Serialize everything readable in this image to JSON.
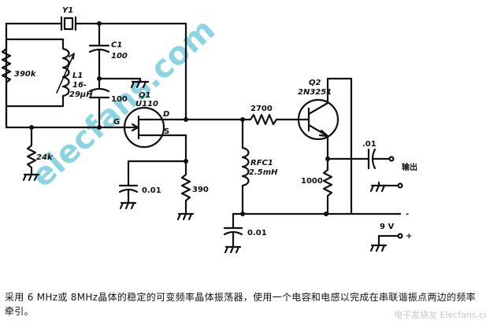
{
  "components": {
    "y1": "Y1",
    "c1": "C1",
    "c1_value": "100",
    "c_lower": "100",
    "r_390k": "390k",
    "l1": "L1",
    "l1_value_a": "16-",
    "l1_value_b": "29μH",
    "q1": "Q1",
    "q1_type": "U110",
    "q1_d": "D",
    "q1_g": "G",
    "q1_s": "S",
    "r_24k": "24k",
    "c_001a": "0.01",
    "r_390": "390",
    "r_2700": "2700",
    "rfc1": "RFC1",
    "rfc1_value": "2.5mH",
    "c_001b": "0.01",
    "q2": "Q2",
    "q2_type": "2N3251",
    "c_out": ".01",
    "r_1000": "1000",
    "output_label": "输出",
    "supply_label": "9  V",
    "plus_sign": "+",
    "minus_sign": "-"
  },
  "watermark": {
    "main": "elecfans.com",
    "footer": "电子发烧友 Elecfans.com"
  },
  "caption": "采用 6 MHz或 8MHz晶体的稳定的可变频率晶体振荡器，使用一个电容和电感以完成在串联谐振点两边的频率牵引。"
}
